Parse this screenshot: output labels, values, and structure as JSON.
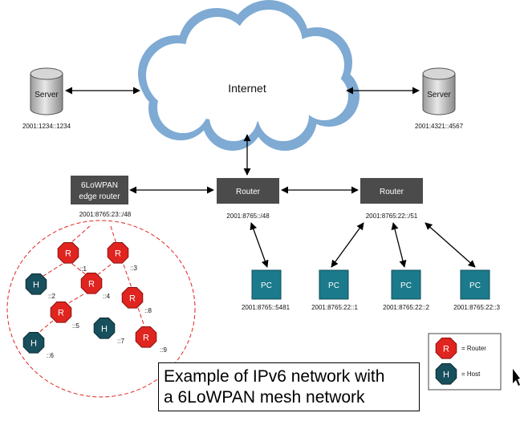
{
  "colors": {
    "router_box": "#4b4b4b",
    "pc_box": "#1b7a8c",
    "mesh_router": "#e0241f",
    "mesh_host": "#184f5c",
    "cloud_fill": "#ffffff",
    "cloud_rim": "#7eaad3",
    "mesh_border": "#e0241f",
    "server_gray": "#bfbfbf"
  },
  "internet": {
    "label": "Internet"
  },
  "servers": [
    {
      "id": "server_left",
      "label": "Server",
      "address": "2001:1234::1234"
    },
    {
      "id": "server_right",
      "label": "Server",
      "address": "2001:4321::4567"
    }
  ],
  "routers": [
    {
      "id": "edge",
      "label_line1": "6LoWPAN",
      "label_line2": "edge router",
      "address": "2001:8765:23::/48"
    },
    {
      "id": "mid",
      "label": "Router",
      "address": "2001:8765::/48"
    },
    {
      "id": "right",
      "label": "Router",
      "address": "2001:8765:22::/51"
    }
  ],
  "pcs": [
    {
      "id": "pc1",
      "label": "PC",
      "address": "2001:8765::5481"
    },
    {
      "id": "pc2",
      "label": "PC",
      "address": "2001:8765:22::1"
    },
    {
      "id": "pc3",
      "label": "PC",
      "address": "2001:8765:22::2"
    },
    {
      "id": "pc4",
      "label": "PC",
      "address": "2001:8765:22::3"
    }
  ],
  "mesh_nodes": [
    {
      "id": "r1",
      "kind": "R",
      "suffix": "::1"
    },
    {
      "id": "r3",
      "kind": "R",
      "suffix": "::3"
    },
    {
      "id": "h2",
      "kind": "H",
      "suffix": "::2"
    },
    {
      "id": "r4",
      "kind": "R",
      "suffix": "::4"
    },
    {
      "id": "r8",
      "kind": "R",
      "suffix": "::8"
    },
    {
      "id": "r5",
      "kind": "R",
      "suffix": "::5"
    },
    {
      "id": "h7",
      "kind": "H",
      "suffix": "::7"
    },
    {
      "id": "r9",
      "kind": "R",
      "suffix": "::9"
    },
    {
      "id": "h6",
      "kind": "H",
      "suffix": "::6"
    }
  ],
  "legend": {
    "router_letter": "R",
    "router_text": "= Router",
    "host_letter": "H",
    "host_text": "= Host"
  },
  "caption": {
    "line1": "Example of IPv6 network with",
    "line2": "a 6LoWPAN mesh network"
  }
}
